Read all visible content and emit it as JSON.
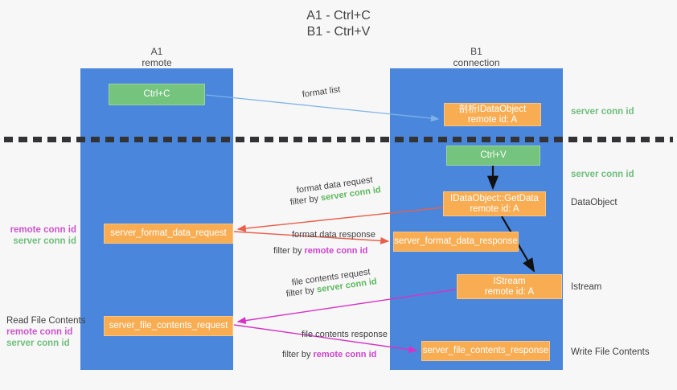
{
  "title": {
    "line1": "A1 - Ctrl+C",
    "line2": "B1 - Ctrl+V"
  },
  "lanes": {
    "a": {
      "name": "A1",
      "sub": "remote"
    },
    "b": {
      "name": "B1",
      "sub": "connection"
    }
  },
  "boxes": {
    "ctrl_c": {
      "line1": "Ctrl+C"
    },
    "ctrl_v": {
      "line1": "Ctrl+V"
    },
    "idataobject": {
      "line1": "剖析IDataObject",
      "line2": "remote id: A"
    },
    "getdata": {
      "line1": "IDataObject::GetData",
      "line2": "remote id: A"
    },
    "istream": {
      "line1": "IStream",
      "line2": "remote id: A"
    },
    "format_data_request": {
      "line1": "server_format_data_request"
    },
    "format_data_response": {
      "line1": "server_format_data_response"
    },
    "file_contents_request": {
      "line1": "server_file_contents_request"
    },
    "file_contents_response": {
      "line1": "server_file_contents_response"
    }
  },
  "right_labels": {
    "server_conn_id_1": "server conn id",
    "server_conn_id_2": "server conn id",
    "dataobject": "DataObject",
    "istream": "Istream",
    "write_file_contents": "Write File Contents"
  },
  "left_labels": {
    "ann1_remote": "remote conn id",
    "ann1_server": "server conn id",
    "read_file_contents": "Read File Contents",
    "ann2_remote": "remote conn id",
    "ann2_server": "server conn id"
  },
  "edge_labels": {
    "format_list": "format list",
    "format_data_request": "format data request",
    "format_data_request_filter_prefix": "filter by ",
    "format_data_request_filter_key": "server conn id",
    "format_data_response": "format data response",
    "format_data_response_filter_prefix": "filter by ",
    "format_data_response_filter_key": "remote conn id",
    "file_contents_request": "file contents request",
    "file_contents_request_filter_prefix": "filter by ",
    "file_contents_request_filter_key": "server conn id",
    "file_contents_response": "file contents response",
    "file_contents_response_filter_prefix": "filter by ",
    "file_contents_response_filter_key": "remote conn id"
  },
  "colors": {
    "lane": "#4a86db",
    "green_box": "#74c47d",
    "orange_box": "#f9ad53",
    "server_conn": "#6fbe7c",
    "remote_conn": "#cc55cc",
    "arrow_blue": "#7fb3e8",
    "arrow_red": "#e8604c",
    "arrow_magenta": "#d633c6",
    "arrow_black": "#111111",
    "divider": "#333336",
    "background": "#f7f7f7"
  }
}
